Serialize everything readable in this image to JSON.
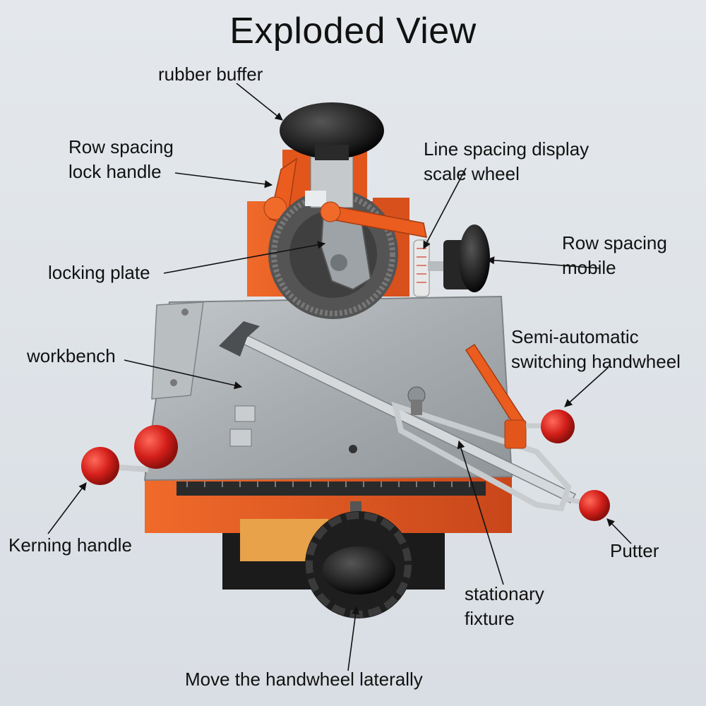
{
  "title": "Exploded View",
  "labels": {
    "rubber_buffer": "rubber buffer",
    "row_spacing_lock_handle": "Row spacing\nlock handle",
    "line_spacing_display_scale_wheel": "Line spacing display\nscale wheel",
    "row_spacing_mobile": "Row spacing\nmobile",
    "locking_plate": "locking plate",
    "semi_automatic_switching_handwheel": "Semi-automatic\nswitching handwheel",
    "workbench": "workbench",
    "kerning_handle": "Kerning handle",
    "putter": "Putter",
    "stationary_fixture": "stationary\nfixture",
    "move_handwheel_laterally": "Move the handwheel laterally"
  },
  "colors": {
    "machine_orange": "#e0561c",
    "knob_red": "#d41f1a",
    "plate_steel": "#a9aeb2",
    "knob_black": "#1c1c1c"
  }
}
